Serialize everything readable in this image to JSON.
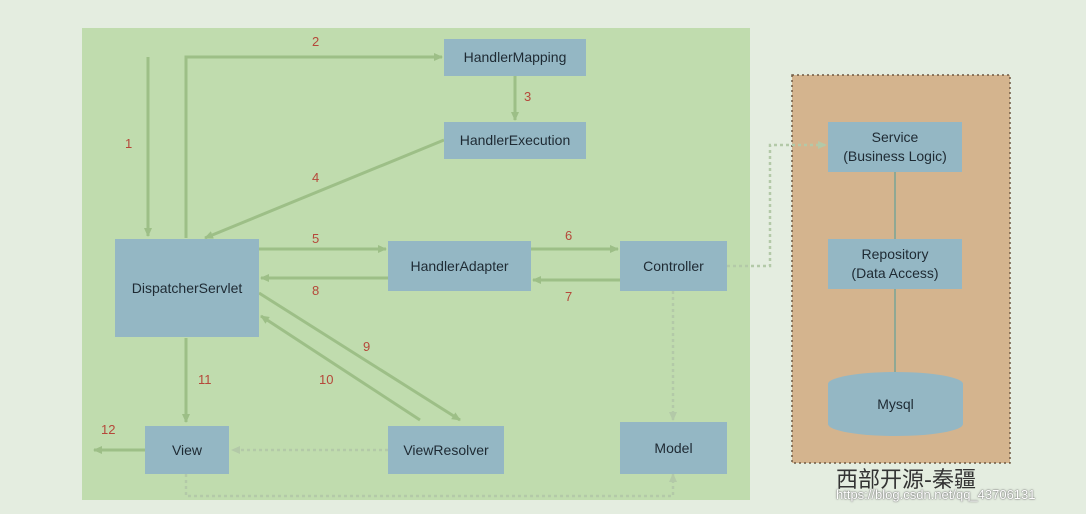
{
  "diagram": {
    "nodes": {
      "handler_mapping": "HandlerMapping",
      "handler_execution": "HandlerExecution",
      "dispatcher_servlet": "DispatcherServlet",
      "handler_adapter": "HandlerAdapter",
      "controller": "Controller",
      "view": "View",
      "view_resolver": "ViewResolver",
      "model": "Model",
      "service_line1": "Service",
      "service_line2": "(Business Logic)",
      "repository_line1": "Repository",
      "repository_line2": "(Data Access)",
      "mysql": "Mysql"
    },
    "step_numbers": [
      "1",
      "2",
      "3",
      "4",
      "5",
      "6",
      "7",
      "8",
      "9",
      "10",
      "11",
      "12"
    ],
    "colors": {
      "main_panel": "#c0dcae",
      "backend_panel": "#d4b48e",
      "node_fill": "#94b7c4",
      "arrow": "#9dbf87",
      "number": "#b5483a"
    }
  },
  "watermark": {
    "title": "西部开源-秦疆",
    "url": "https://blog.csdn.net/qq_43706131"
  }
}
